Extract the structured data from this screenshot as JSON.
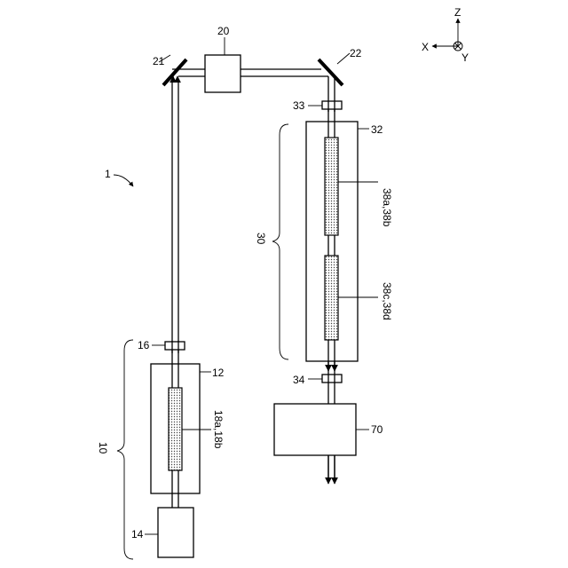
{
  "labels": {
    "system": "1",
    "group_10": "10",
    "box_12": "12",
    "box_14": "14",
    "part_16": "16",
    "rod_18": "18a,18b",
    "box_20": "20",
    "mirror_21": "21",
    "mirror_22": "22",
    "group_30": "30",
    "box_32": "32",
    "part_33": "33",
    "part_34": "34",
    "rod_38_top": "38a,38b",
    "rod_38_bottom": "38c,38d",
    "box_70": "70"
  },
  "axes": {
    "z": "Z",
    "x": "X",
    "y": "Y"
  }
}
